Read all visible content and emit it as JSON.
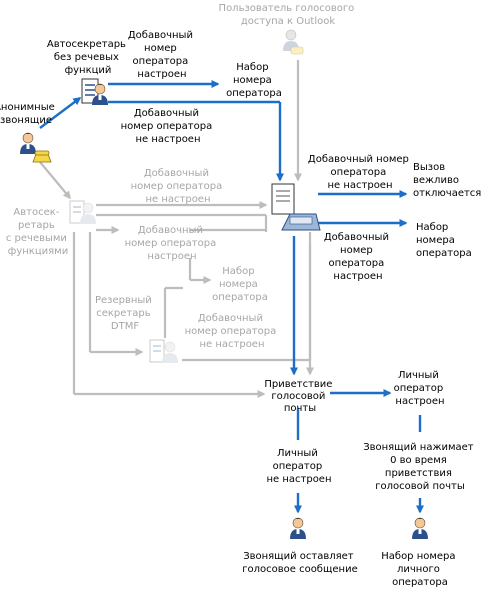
{
  "colors": {
    "active_flow": "#1c6fc8",
    "inactive_flow": "#bdbdbd",
    "active_text": "#000000",
    "inactive_text": "#a6a6a6"
  },
  "icons": {
    "person_icon": "person-icon",
    "phone_icon": "phone-icon",
    "directory_icon": "directory-icon",
    "mailbox_icon": "mailbox-icon"
  },
  "labels": {
    "outlook_user": [
      "Пользователь голосового",
      "доступа к Outlook"
    ],
    "attendant_no_speech": [
      "Автосекретарь",
      "без речевых",
      "функций"
    ],
    "ext_configured_1": [
      "Добавочный",
      "номер",
      "оператора",
      "настроен"
    ],
    "dial_operator_1": [
      "Набор",
      "номера",
      "оператора"
    ],
    "ext_not_configured_1": [
      "Добавочный",
      "номер оператора",
      "не настроен"
    ],
    "anonymous_callers": [
      "Анонимные",
      "звонящие"
    ],
    "ext_not_configured_gray": [
      "Добавочный",
      "номер оператора",
      "не настроен"
    ],
    "ext_not_configured_2": [
      "Добавочный номер",
      "оператора",
      "не настроен"
    ],
    "call_disconnected": [
      "Вызов",
      "вежливо",
      "отключается"
    ],
    "attendant_speech": [
      "Автосек-",
      "ретарь",
      "с речевыми",
      "функциями"
    ],
    "ext_configured_gray": [
      "Добавочный",
      "номер оператора",
      "настроен"
    ],
    "ext_configured_2": [
      "Добавочный",
      "номер",
      "оператора",
      "настроен"
    ],
    "dial_operator_2": [
      "Набор",
      "номера",
      "оператора"
    ],
    "dial_operator_gray": [
      "Набор",
      "номера",
      "оператора"
    ],
    "dtmf_fallback": [
      "Резервный",
      "секретарь",
      "DTMF"
    ],
    "ext_not_configured_gray2": [
      "Добавочный",
      "номер оператора",
      "не настроен"
    ],
    "voicemail_greeting": [
      "Приветствие",
      "голосовой",
      "почты"
    ],
    "personal_operator_configured": [
      "Личный",
      "оператор",
      "настроен"
    ],
    "caller_presses_zero": [
      "Звонящий нажимает",
      "0 во время",
      "приветствия",
      "голосовой почты"
    ],
    "personal_operator_not_configured": [
      "Личный",
      "оператор",
      "не настроен"
    ],
    "caller_leaves_message": [
      "Звонящий оставляет",
      "голосовое сообщение"
    ],
    "dial_personal_operator": [
      "Набор номера",
      "личного",
      "оператора"
    ]
  }
}
